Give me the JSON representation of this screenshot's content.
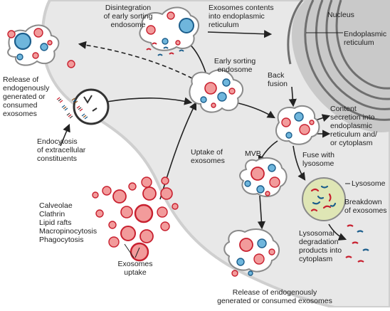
{
  "colors": {
    "cytoplasm": "#e8e8e8",
    "outside": "#ffffff",
    "membrane": "#cfcfcf",
    "nucleus": "#c9c9c9",
    "er": "#6f6f6f",
    "red_fill": "#f29b9b",
    "red_stroke": "#c8202f",
    "blue_fill": "#6fb6dc",
    "blue_stroke": "#1c5e8c",
    "vesicle_fill": "#ffffff",
    "vesicle_stroke": "#8a8a8a",
    "lysosome_fill": "#dfe6b5",
    "arrow": "#222222"
  },
  "labels": {
    "disintegration": "Disintegration\nof early sorting\nendosome",
    "er_contents": "Exosomes contents\ninto endoplasmic\nreticulum",
    "nucleus": "Nucleus",
    "er": "Endoplasmic\nreticulum",
    "release_top": "Release of\nendogenously\ngenerated or\nconsumed\nexosomes",
    "early_sorting": "Early sorting\nendosome",
    "back_fusion": "Back\nfusion",
    "content_secretion": "Content\nsecretion into\nendoplasmic\nreticulum and/\nor cytoplasm",
    "endocytosis": "Endocytosis\nof extracellular\nconstituents",
    "uptake": "Uptake of\nexosomes",
    "mvb": "MVB",
    "fuse": "Fuse with\nlysosome",
    "lysosome": "Lysosome",
    "breakdown": "Breakdown\nof exosomes",
    "pathways": "Calveolae\nClathrin\nLipid rafts\nMacropinocytosis\nPhagocytosis",
    "exosomes_uptake": "Exosomes\nuptake",
    "degradation": "Lysosomal\ndegradation\nproducts into\ncytoplasm",
    "release_bottom": "Release of endogenously\ngenerated or consumed exosomes"
  }
}
